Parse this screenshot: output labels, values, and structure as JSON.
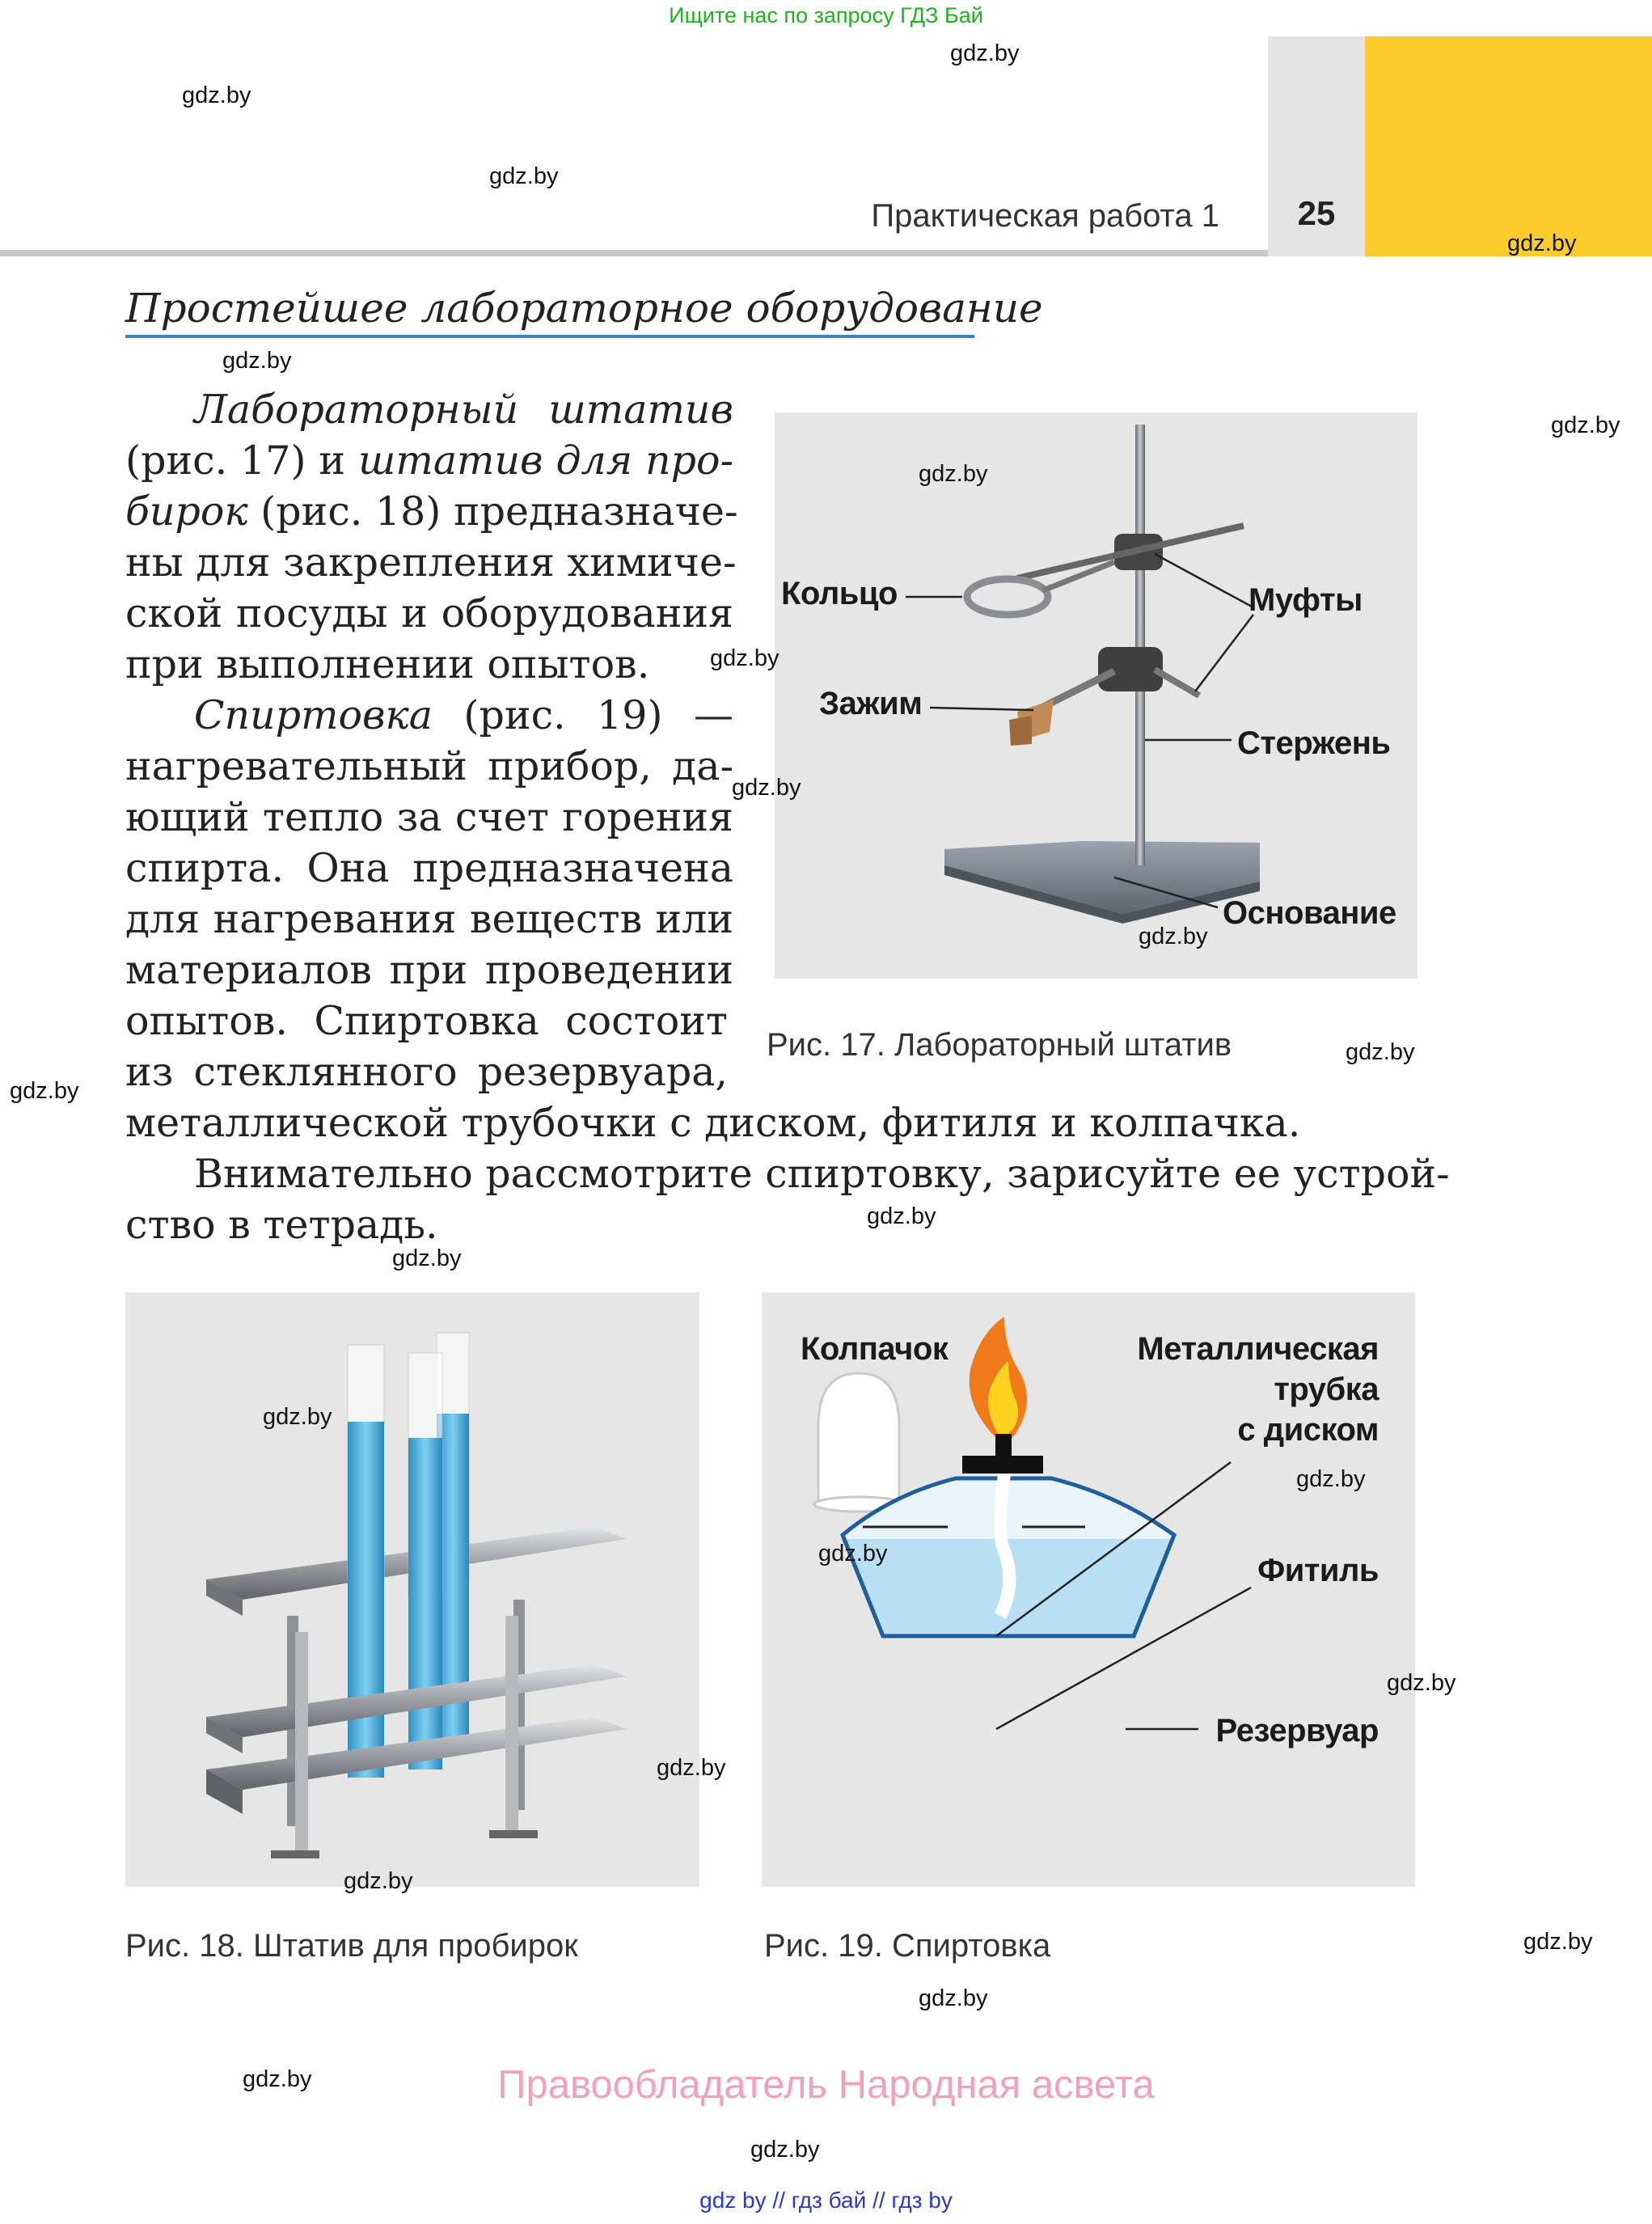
{
  "top_note": "Ищите нас по запросу ГДЗ Бай",
  "header": {
    "running_title": "Практическая работа 1",
    "page_number": "25"
  },
  "section_title": "Простейшее лабораторное оборудование",
  "paragraph1": {
    "l1a": "Лабораторный",
    "l1b": "штатив",
    "l2a": "(рис. 17) и",
    "l2b": "штатив для про-",
    "l3a": "бирок",
    "l3b": "(рис. 18) предназначе-",
    "l4": "ны для закрепления химиче-",
    "l5": "ской посуды и оборудования",
    "l6": "при выполнении опытов."
  },
  "paragraph2": {
    "l1a": "Спиртовка",
    "l1b": "(рис. 19) —",
    "l2": "нагревательный прибор, да-",
    "l3": "ющий тепло за счет горения",
    "l4": "спирта. Она предназначена",
    "l5": "для нагревания веществ или",
    "l6": "материалов при проведении",
    "l7": "опытов. Спиртовка состоит",
    "l8": "из стеклянного резервуара,",
    "l9": "металлической трубочки с диском, фитиля и колпачка."
  },
  "paragraph3": {
    "l1": "Внимательно рассмотрите спиртовку, зарисуйте ее устрой-",
    "l2": "ство в тетрадь."
  },
  "figure17": {
    "caption": "Рис. 17. Лабораторный штатив",
    "labels": {
      "ring": "Кольцо",
      "clamp": "Зажим",
      "couplings": "Муфты",
      "rod": "Стержень",
      "base": "Основание"
    }
  },
  "figure18": {
    "caption": "Рис. 18. Штатив для пробирок"
  },
  "figure19": {
    "caption": "Рис. 19. Спиртовка",
    "labels": {
      "cap": "Колпачок",
      "tube_l1": "Металлическая",
      "tube_l2": "трубка",
      "tube_l3": "с диском",
      "wick": "Фитиль",
      "reservoir": "Резервуар"
    }
  },
  "watermark": "gdz.by",
  "rightholder": "Правообладатель Народная асвета",
  "bottom_links": "gdz by  //  гдз бай  //  гдз by",
  "colors": {
    "accent_yellow": "#fccc2c",
    "rule_blue": "#3a82c8",
    "liquid_blue": "#4aaed6",
    "flame_orange": "#f07a1a",
    "top_note_green": "#1db31d",
    "rightholder_pink": "#f2a1bd"
  }
}
